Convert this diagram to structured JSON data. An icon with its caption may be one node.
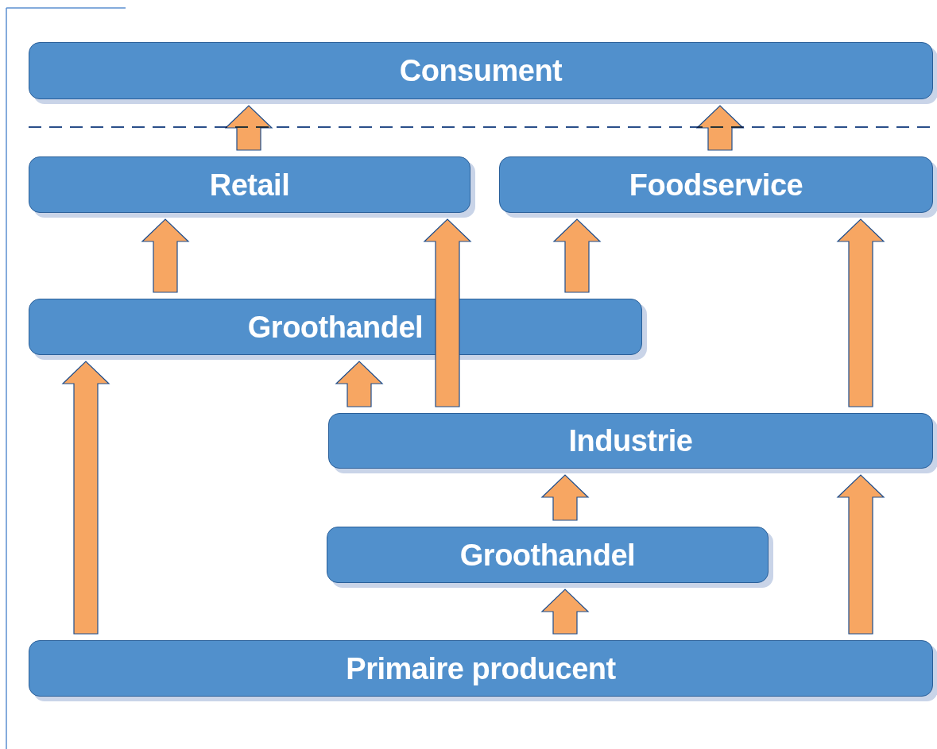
{
  "diagram": {
    "nodes": [
      {
        "text": [
          "Consument"
        ]
      },
      {
        "text": [
          "Retail"
        ]
      },
      {
        "text": [
          "Foodservice"
        ]
      },
      {
        "text": [
          "Groothandel"
        ]
      },
      {
        "text": [
          "Industrie"
        ]
      },
      {
        "text": [
          "Groothandel"
        ]
      },
      {
        "text": [
          "Primaire producent"
        ]
      }
    ],
    "edges": [
      {
        "from": 1,
        "to": 0,
        "arrow": "to"
      },
      {
        "from": 2,
        "to": 0,
        "arrow": "to"
      },
      {
        "from": 3,
        "to": 1,
        "arrow": "to"
      },
      {
        "from": 4,
        "to": 1,
        "arrow": "to"
      },
      {
        "from": 3,
        "to": 2,
        "arrow": "to"
      },
      {
        "from": 4,
        "to": 2,
        "arrow": "to"
      },
      {
        "from": 6,
        "to": 3,
        "arrow": "to"
      },
      {
        "from": 4,
        "to": 3,
        "arrow": "to"
      },
      {
        "from": 5,
        "to": 4,
        "arrow": "to"
      },
      {
        "from": 6,
        "to": 4,
        "arrow": "to"
      },
      {
        "from": 6,
        "to": 5,
        "arrow": "to"
      }
    ]
  }
}
